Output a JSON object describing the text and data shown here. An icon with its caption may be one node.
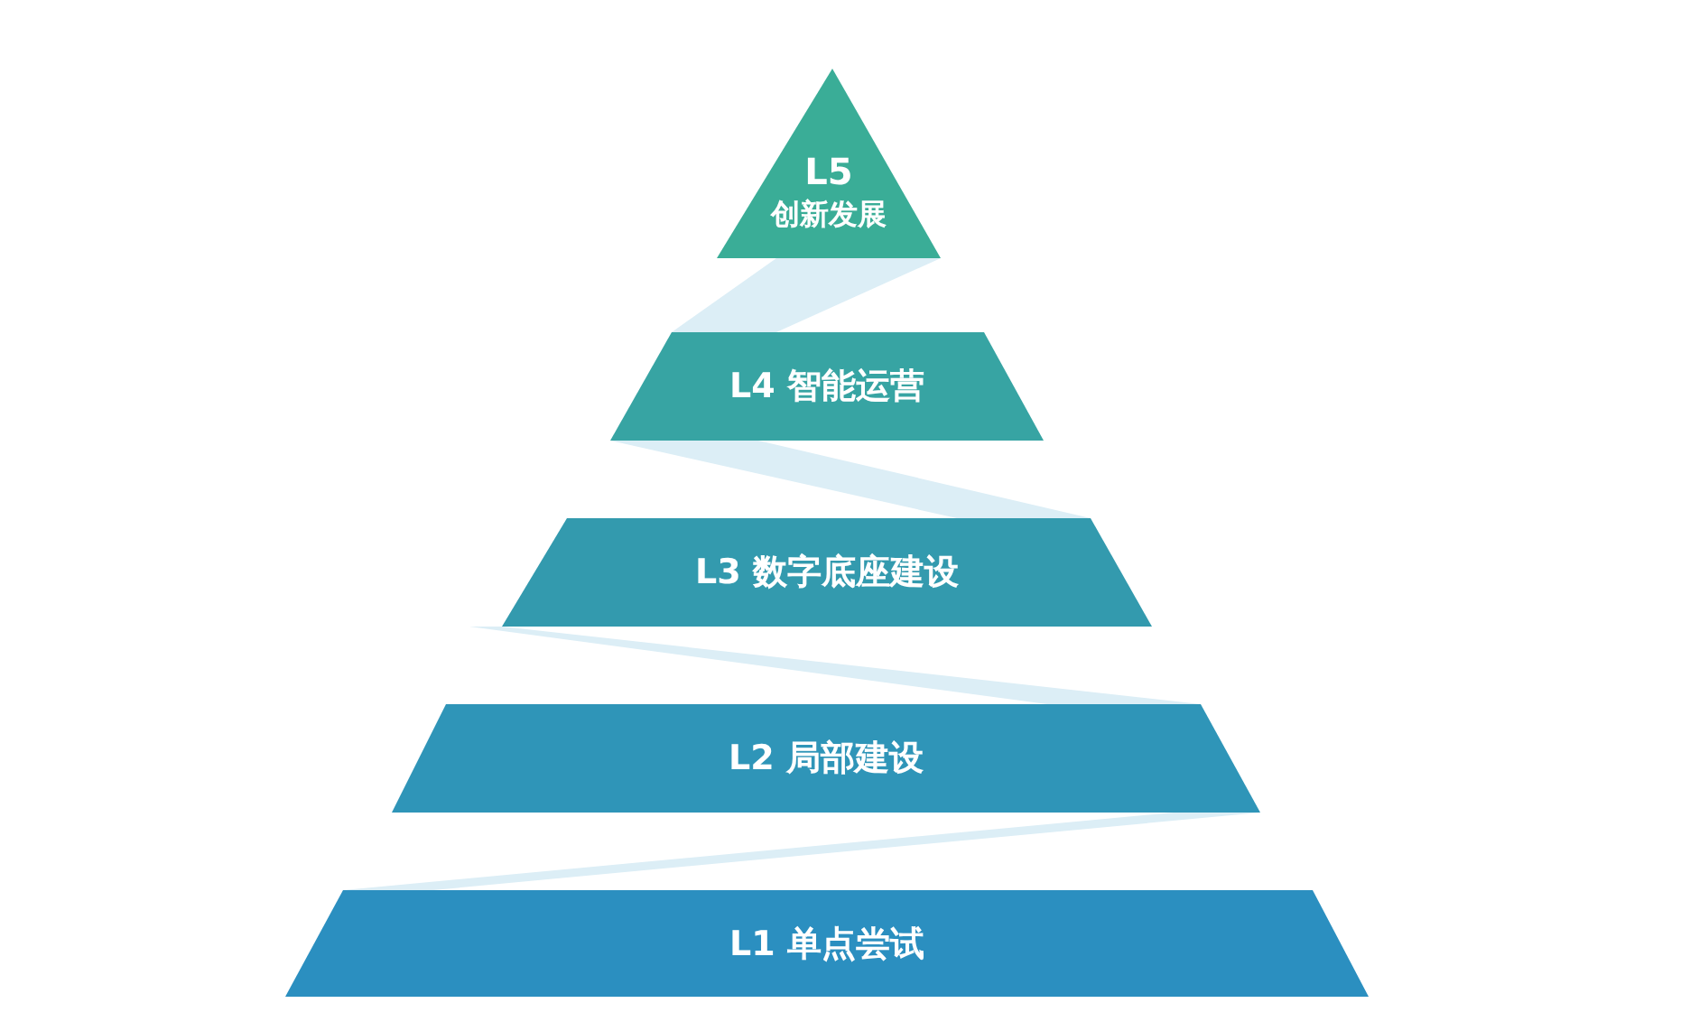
{
  "diagram": {
    "nodes": [
      {
        "text": [
          "L5",
          "创新发展"
        ]
      },
      {
        "text": [
          "L4 智能运营"
        ]
      },
      {
        "text": [
          "L3 数字底座建设"
        ]
      },
      {
        "text": [
          "L2 局部建设"
        ]
      },
      {
        "text": [
          "L1 单点尝试"
        ]
      }
    ]
  }
}
